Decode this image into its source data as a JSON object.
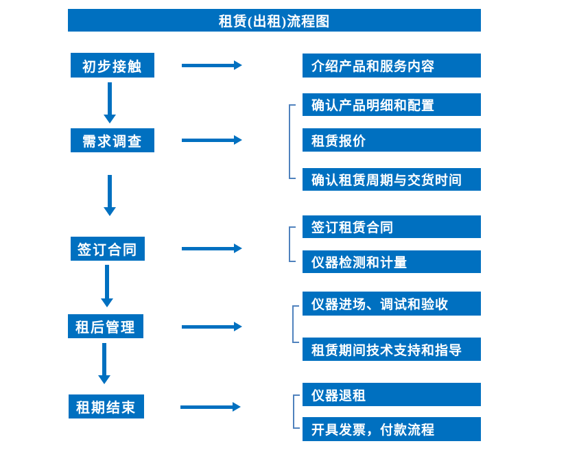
{
  "title": "租赁(出租)流程图",
  "colors": {
    "box_blue": "#0070C0",
    "bracket_blue": "#4f81bd",
    "text_white": "#ffffff",
    "background": "#ffffff"
  },
  "flow": {
    "stages": [
      {
        "label": "初步接触",
        "details": [
          "介绍产品和服务内容"
        ]
      },
      {
        "label": "需求调查",
        "details": [
          "确认产品明细和配置",
          "租赁报价",
          "确认租赁周期与交货时间"
        ]
      },
      {
        "label": "签订合同",
        "details": [
          "签订租赁合同",
          "仪器检测和计量"
        ]
      },
      {
        "label": "租后管理",
        "details": [
          "仪器进场、调试和验收",
          "租赁期间技术支持和指导"
        ]
      },
      {
        "label": "租期结束",
        "details": [
          "仪器退租",
          "开具发票，付款流程"
        ]
      }
    ]
  }
}
